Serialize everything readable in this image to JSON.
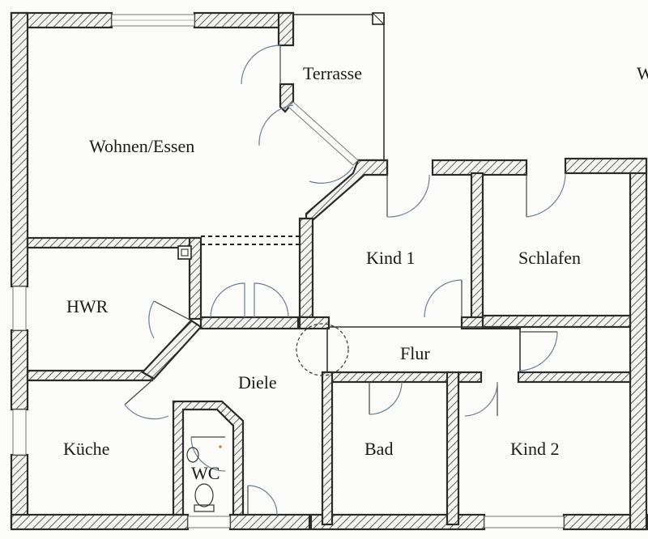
{
  "plan": {
    "rooms": {
      "terrasse": "Terrasse",
      "wohnen_essen": "Wohnen/Essen",
      "hwr": "HWR",
      "kind1": "Kind  1",
      "schlafen": "Schlafen",
      "flur": "Flur",
      "diele": "Diele",
      "kueche": "Küche",
      "wc": "WC",
      "bad": "Bad",
      "kind2": "Kind 2"
    },
    "edge_text": "W"
  }
}
